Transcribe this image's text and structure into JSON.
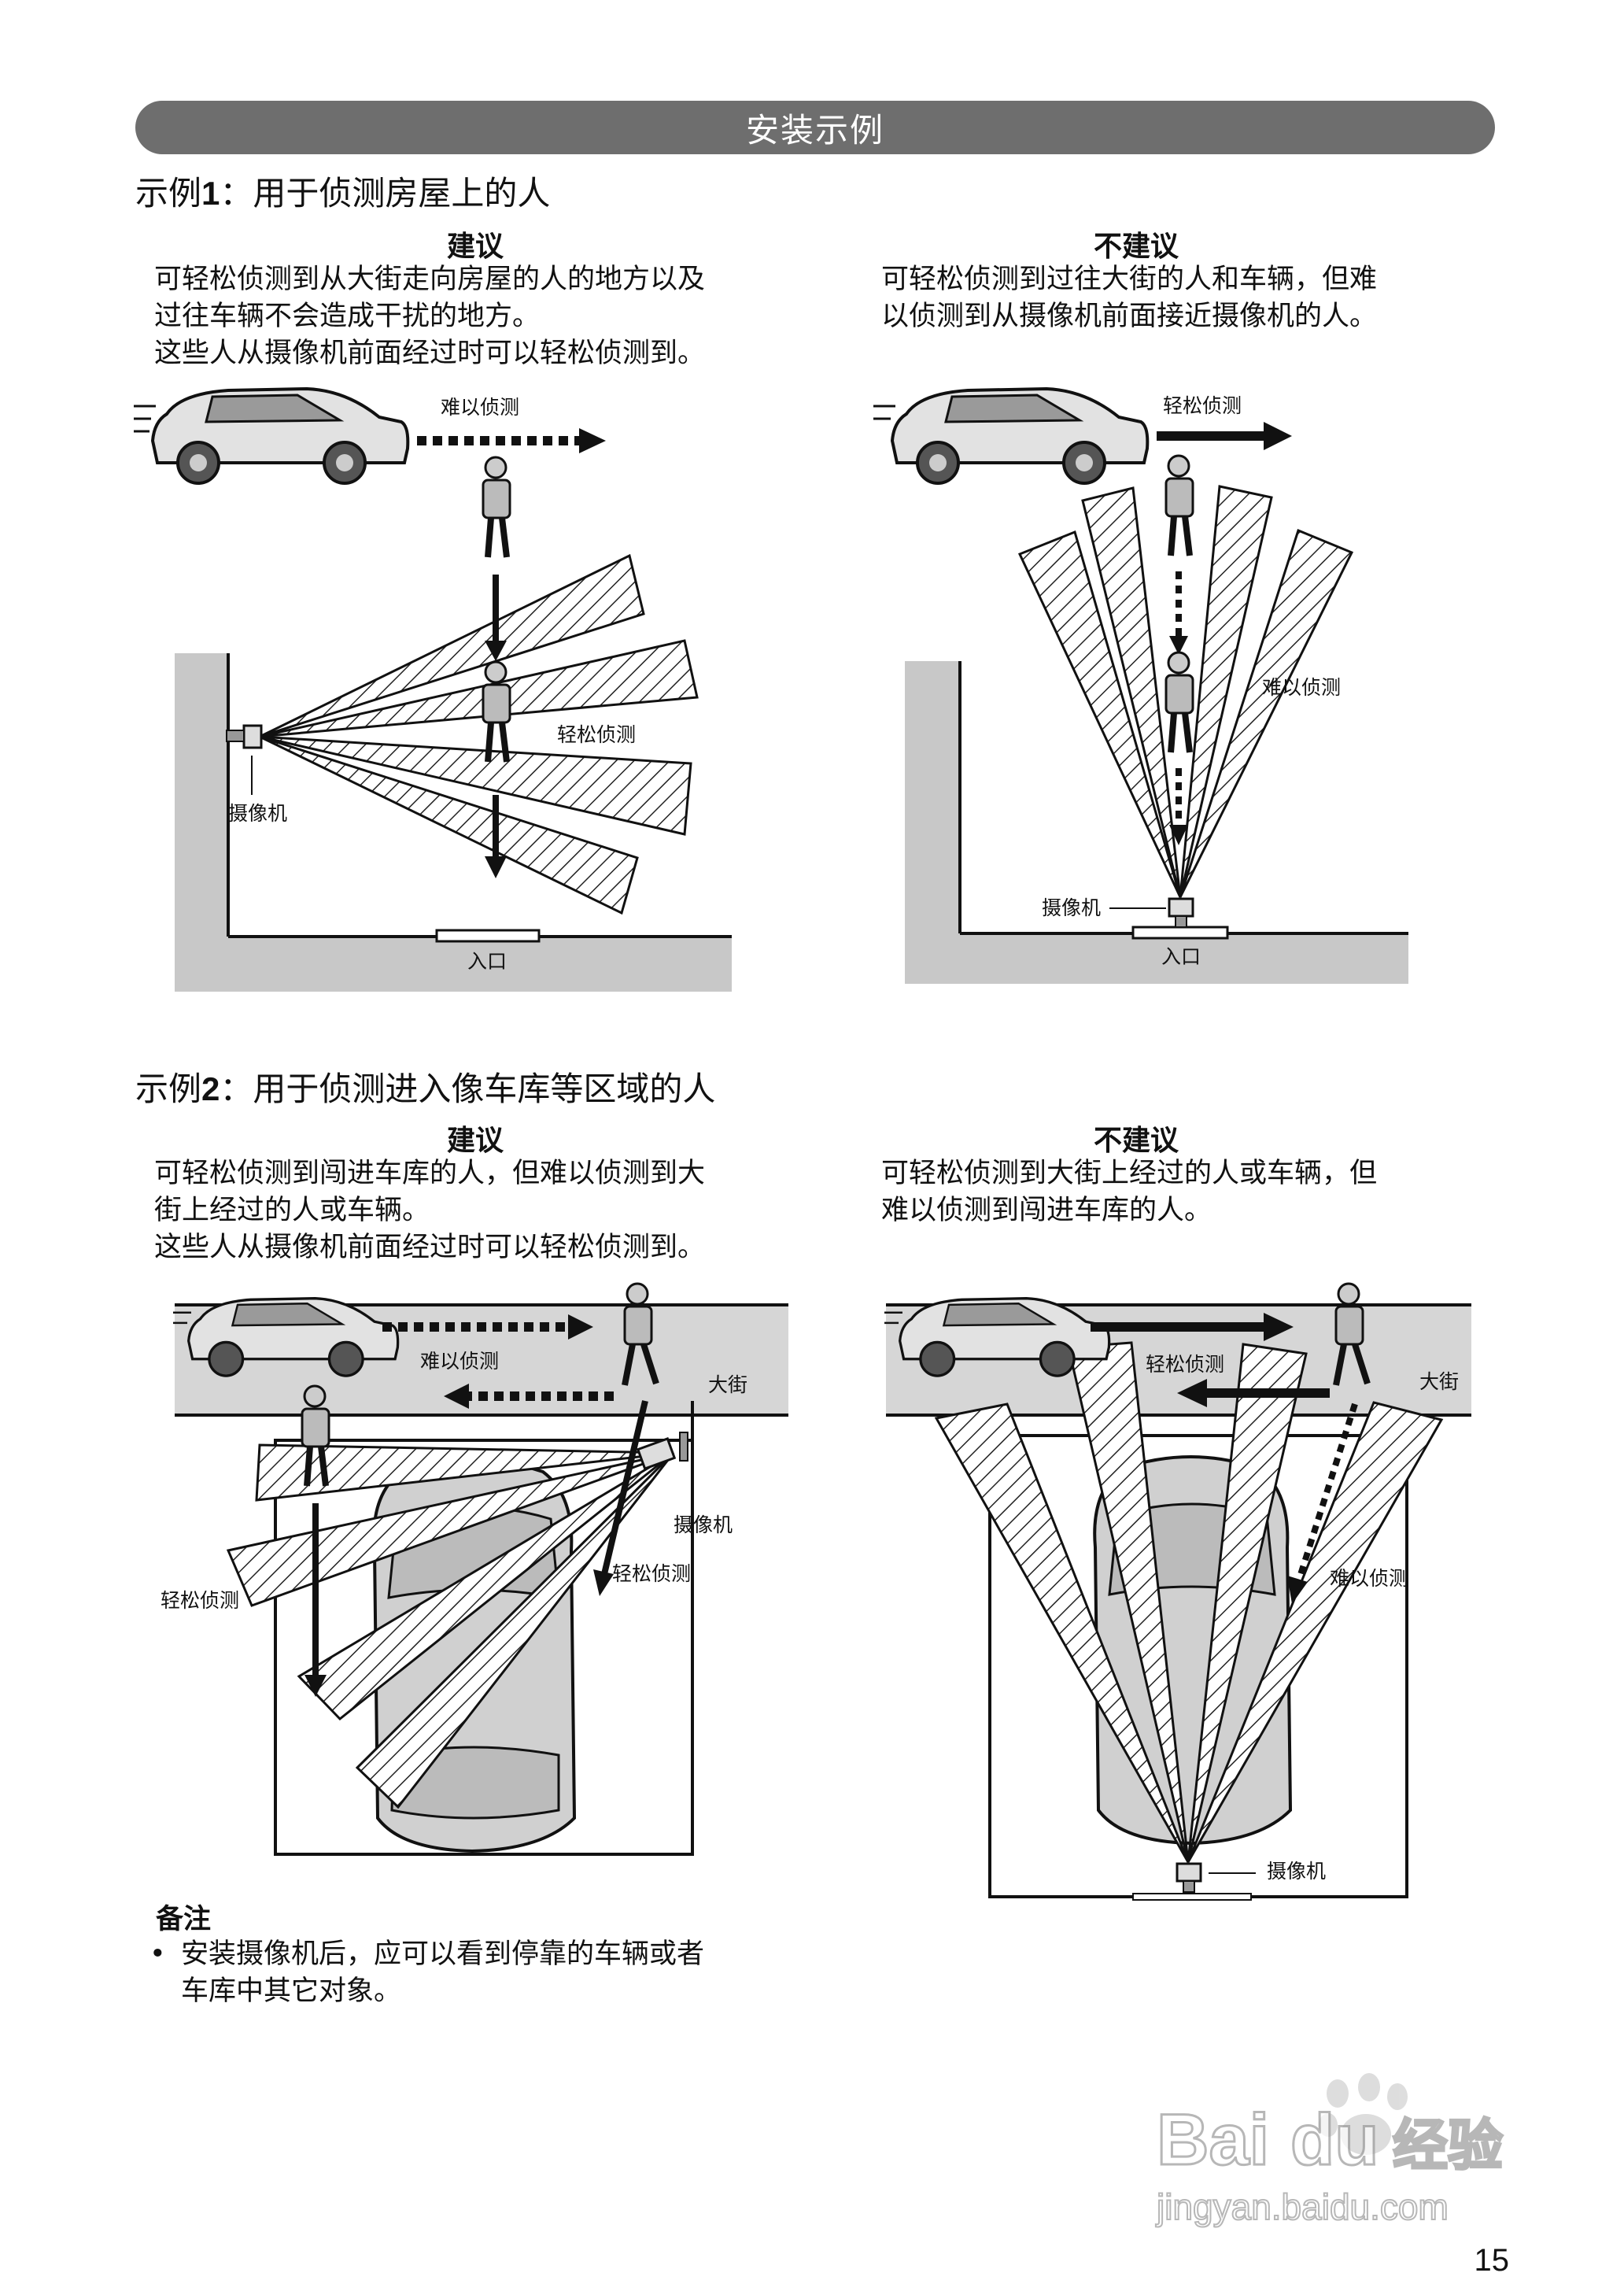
{
  "banner_title": "安装示例",
  "example1": {
    "heading_prefix": "示例",
    "heading_num": "1",
    "heading_rest": "：用于侦测房屋上的人",
    "recommended": {
      "title": "建议",
      "lines": [
        "可轻松侦测到从大街走向房屋的人的地方以及",
        "过往车辆不会造成干扰的地方。",
        "这些人从摄像机前面经过时可以轻松侦测到。"
      ],
      "labels": {
        "hard": "难以侦测",
        "easy": "轻松侦测",
        "camera": "摄像机",
        "entrance": "入口"
      }
    },
    "not_recommended": {
      "title": "不建议",
      "lines": [
        "可轻松侦测到过往大街的人和车辆，但难",
        "以侦测到从摄像机前面接近摄像机的人。"
      ],
      "labels": {
        "easy": "轻松侦测",
        "hard": "难以侦测",
        "camera": "摄像机",
        "entrance": "入口"
      }
    }
  },
  "example2": {
    "heading_prefix": "示例",
    "heading_num": "2",
    "heading_rest": "：用于侦测进入像车库等区域的人",
    "recommended": {
      "title": "建议",
      "lines": [
        "可轻松侦测到闯进车库的人，但难以侦测到大",
        "街上经过的人或车辆。",
        "这些人从摄像机前面经过时可以轻松侦测到。"
      ],
      "labels": {
        "hard": "难以侦测",
        "street": "大街",
        "camera": "摄像机",
        "easy_right": "轻松侦测",
        "easy_left": "轻松侦测"
      }
    },
    "not_recommended": {
      "title": "不建议",
      "lines": [
        "可轻松侦测到大街上经过的人或车辆，但",
        "难以侦测到闯进车库的人。"
      ],
      "labels": {
        "easy": "轻松侦测",
        "street": "大街",
        "hard": "难以侦测",
        "camera": "摄像机"
      }
    }
  },
  "notes": {
    "title": "备注",
    "bullet": "•",
    "lines": [
      "安装摄像机后，应可以看到停靠的车辆或者",
      "车库中其它对象。"
    ]
  },
  "watermark": {
    "brand": "Bai",
    "brand2": "du",
    "brand_cn": "经验",
    "url": "jingyan.baidu.com"
  },
  "page_number": "15"
}
